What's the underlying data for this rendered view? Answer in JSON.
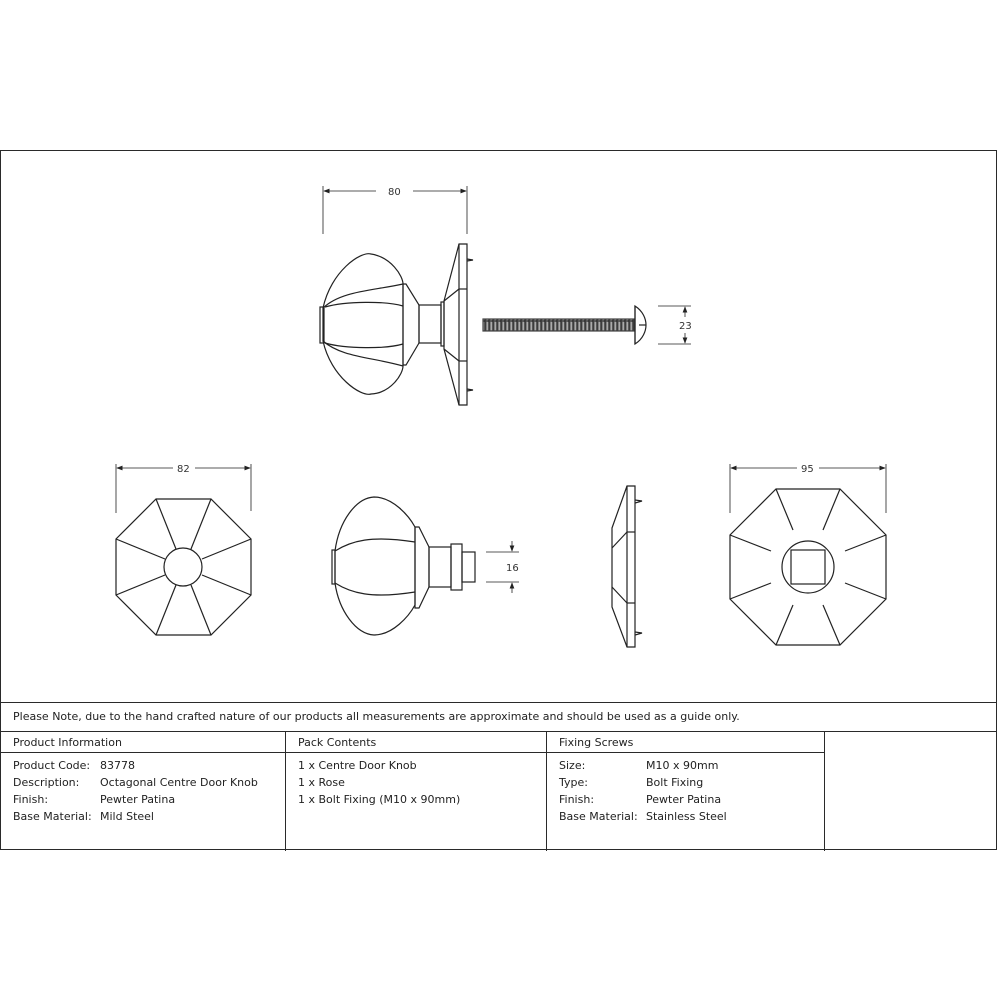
{
  "dimensions": {
    "knob_length": "80",
    "bolt_head_diameter": "23",
    "knob_diameter": "82",
    "spindle_diameter": "16",
    "rose_diameter": "95"
  },
  "note": "Please Note, due to the hand crafted nature of our products all measurements are approximate and should be used as a guide only.",
  "product_information": {
    "title": "Product Information",
    "rows": [
      {
        "label": "Product Code:",
        "value": "83778"
      },
      {
        "label": "Description:",
        "value": "Octagonal Centre Door Knob"
      },
      {
        "label": "Finish:",
        "value": "Pewter Patina"
      },
      {
        "label": "Base Material:",
        "value": "Mild Steel"
      }
    ]
  },
  "pack_contents": {
    "title": "Pack Contents",
    "items": [
      "1 x Centre Door Knob",
      "1 x Rose",
      "1 x Bolt Fixing (M10 x 90mm)"
    ]
  },
  "fixing_screws": {
    "title": "Fixing Screws",
    "rows": [
      {
        "label": "Size:",
        "value": "M10 x 90mm"
      },
      {
        "label": "Type:",
        "value": "Bolt Fixing"
      },
      {
        "label": "Finish:",
        "value": "Pewter Patina"
      },
      {
        "label": "Base Material:",
        "value": "Stainless Steel"
      }
    ]
  }
}
